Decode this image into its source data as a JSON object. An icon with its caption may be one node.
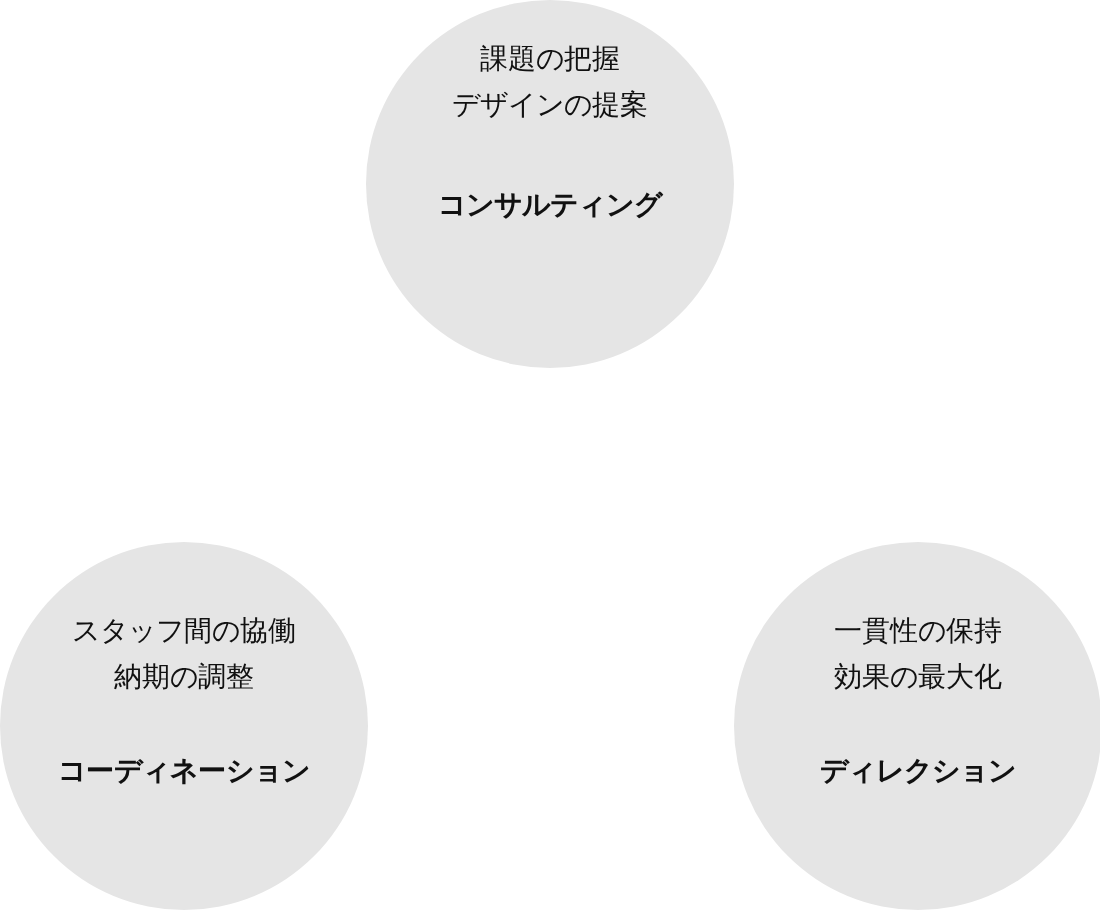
{
  "diagram": {
    "nodes": [
      {
        "text": [
          "課題の把握",
          "デザインの提案",
          "コンサルティング"
        ]
      },
      {
        "text": [
          "スタッフ間の協働",
          "納期の調整",
          "コーディネーション"
        ]
      },
      {
        "text": [
          "一貫性の保持",
          "効果の最大化",
          "ディレクション"
        ]
      }
    ]
  }
}
